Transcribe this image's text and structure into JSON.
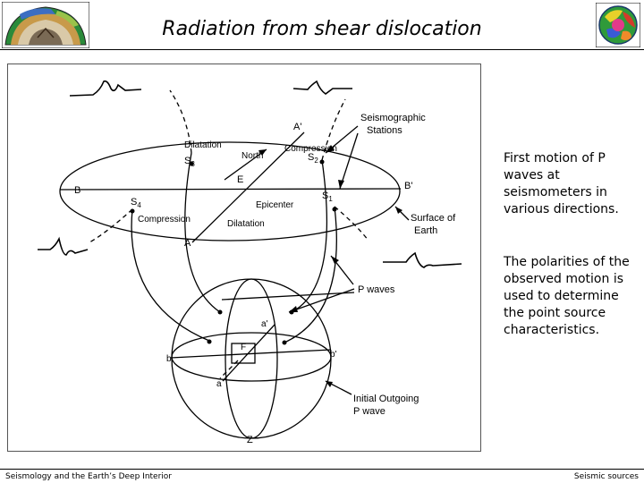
{
  "slide": {
    "title": "Radiation from shear dislocation",
    "caption_1": "First motion of P waves at seismometers in various directions.",
    "caption_2": "The polarities of the observed motion is used to determine the point source characteristics.",
    "footer_left": "Seismology and the Earth’s Deep Interior",
    "footer_right": "Seismic sources"
  },
  "diagram": {
    "labels": {
      "a_prime_upper": "A'",
      "seismographic": "Seismographic",
      "stations": "Stations",
      "dilatation_upper": "Dilatation",
      "north": "North",
      "compression_upper": "Compression",
      "s3": "S",
      "s3_sub": "3",
      "s2": "S",
      "s2_sub": "2",
      "e": "E",
      "b": "B",
      "b_prime": "B'",
      "s4": "S",
      "s4_sub": "4",
      "epicenter": "Epicenter",
      "s1": "S",
      "s1_sub": "1",
      "compression_lower": "Compression",
      "dilatation_lower": "Dilatation",
      "surface_of": "Surface of",
      "earth": "Earth",
      "a_upper": "A",
      "p_waves": "P waves",
      "a_prime_lower": "a'",
      "b_lower": "b",
      "f": "F",
      "b_prime_lower": "b'",
      "a_lower": "a",
      "initial_outgoing": "Initial Outgoing",
      "p_wave": "P wave",
      "z": "Z"
    },
    "colors": {
      "ink": "#000000",
      "frame": "#555555"
    }
  }
}
